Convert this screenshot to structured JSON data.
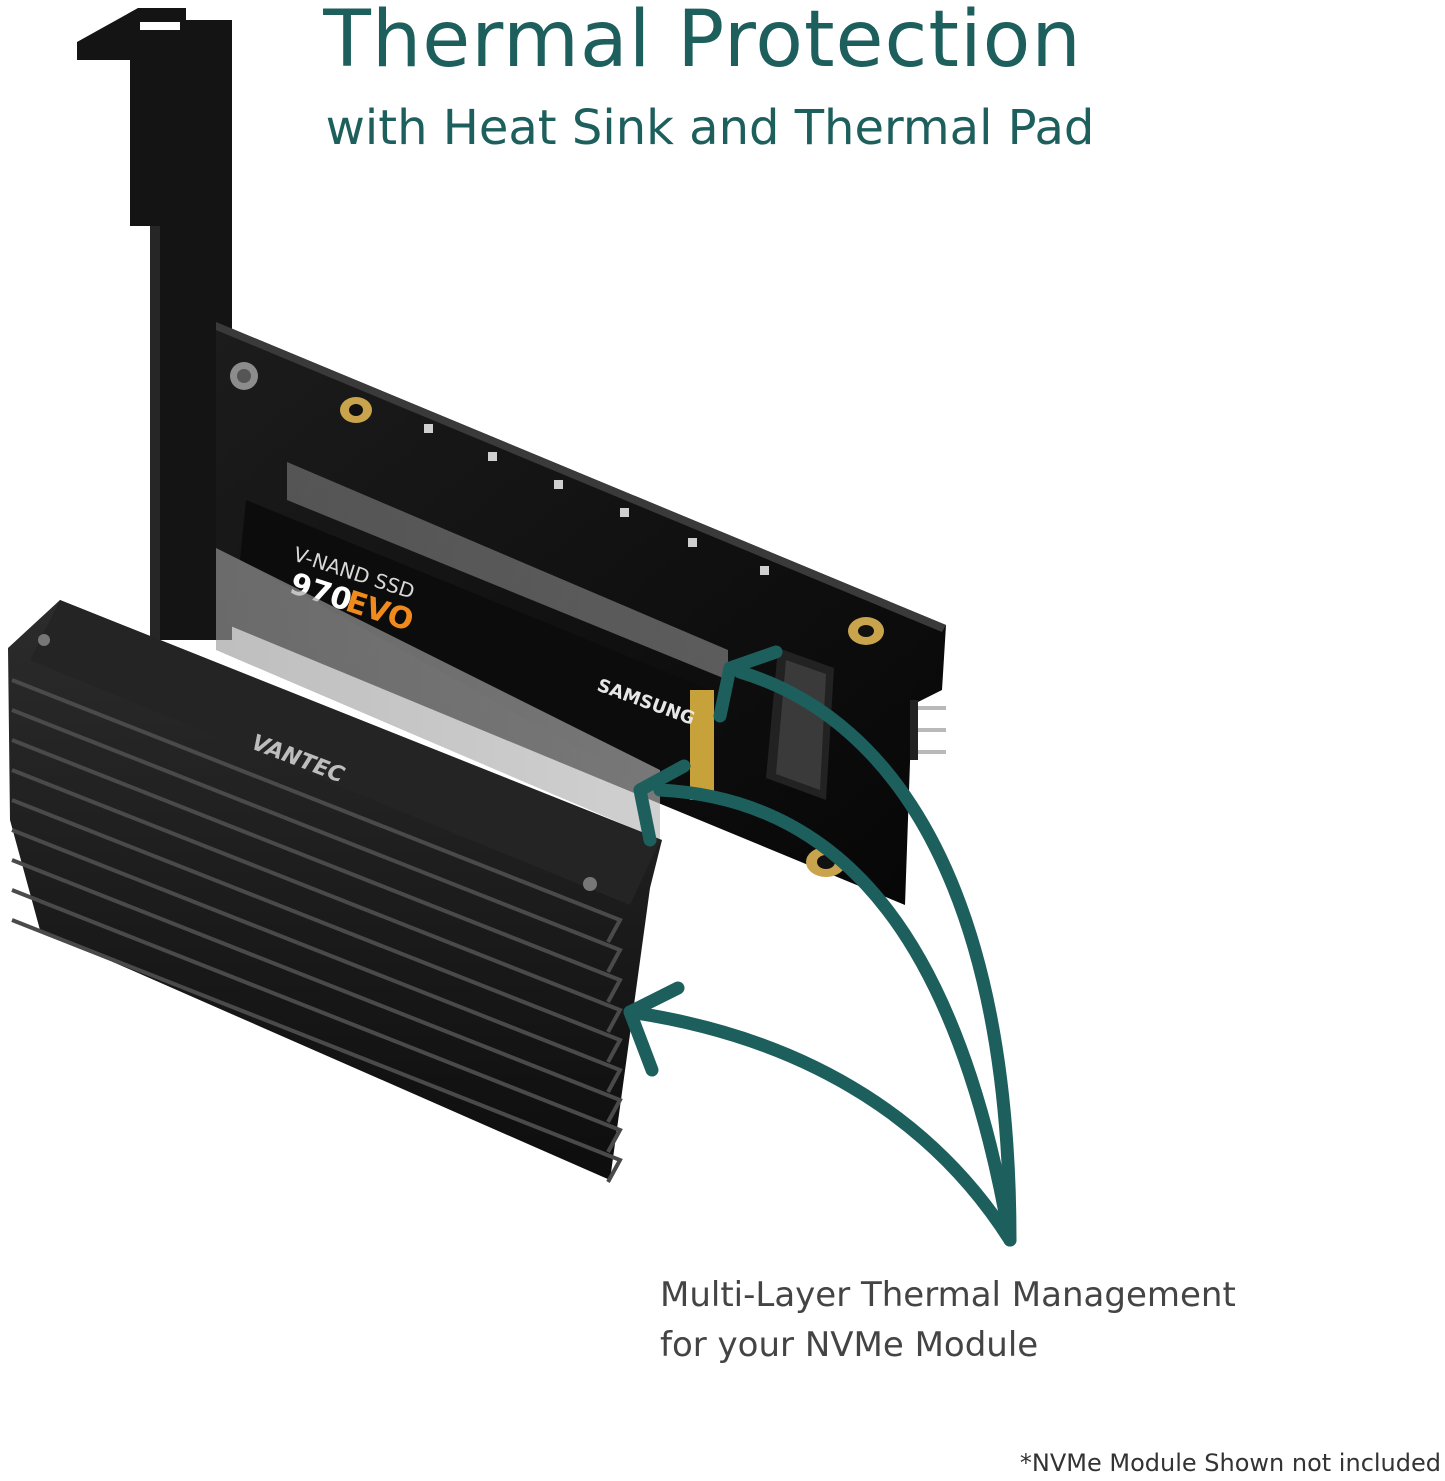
{
  "header": {
    "title": "Thermal Protection",
    "subtitle": "with Heat Sink and Thermal Pad"
  },
  "callout": {
    "line1": "Multi-Layer Thermal Management",
    "line2": "for your NVMe Module"
  },
  "footnote": "*NVMe Module Shown not included",
  "ssd": {
    "line1": "V-NAND SSD",
    "model_number": "970",
    "model_name": "EVO",
    "brand": "SAMSUNG"
  },
  "heatsink_brand": "VANTEC",
  "colors": {
    "accent": "#1d5f5d",
    "pcb": "#111111",
    "heatsink": "#1a1a1a",
    "evo_orange": "#f08a1c"
  }
}
